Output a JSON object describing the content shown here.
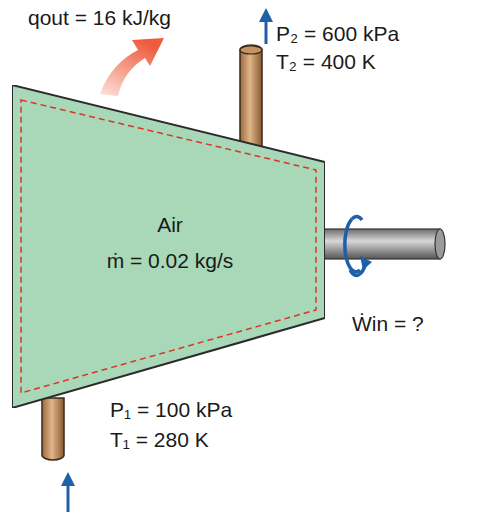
{
  "diagram": {
    "nodes": [
      {
        "text": [
          "Air",
          "ṁ = 0.02 kg/s"
        ]
      }
    ],
    "labels": [
      "qout = 16 kJ/kg",
      "P₂ = 600 kPa",
      "T₂ = 400 K",
      "Ẇin = ?",
      "P₁ = 100 kPa",
      "T₁ = 280 K"
    ]
  }
}
